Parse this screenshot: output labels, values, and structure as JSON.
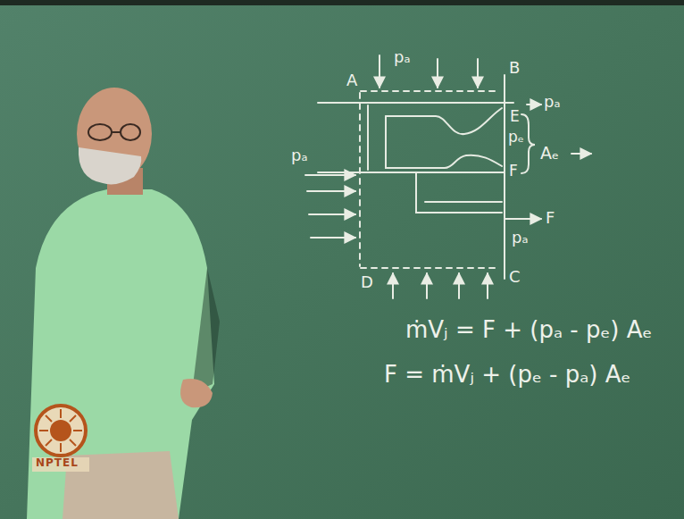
{
  "diagram": {
    "labels": [
      "A",
      "pₐ",
      "B",
      "E",
      "pₐ",
      "pₑ",
      "Aₑ",
      "F",
      "pₐ",
      "F",
      "pₐ",
      "D",
      "C",
      "ṁVⱼ = F + (pₐ - pₑ) Aₑ",
      "F = ṁVⱼ + (pₑ - pₐ) Aₑ",
      "NPTEL"
    ]
  }
}
